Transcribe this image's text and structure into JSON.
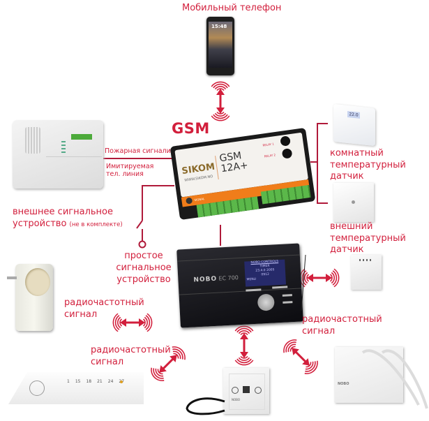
{
  "title": "GSM",
  "colors": {
    "accent": "#d21f3c",
    "wire": "#b01a3a",
    "module_orange": "#f07d1a",
    "terminal_green": "#5bb84a",
    "controller_black": "#141418",
    "display_blue": "#2a2a7a"
  },
  "nodes": {
    "phone": {
      "label": "Мобильный телефон",
      "screen_time": "15:48"
    },
    "gsm_module": {
      "brand": "SIKOM",
      "model_line1": "GSM",
      "model_line2": "12A+",
      "website": "WWW.SIKOM.NO",
      "relay1": "RELAY 1",
      "relay2": "RELAY 2",
      "signal": "SIGNAL"
    },
    "external_alarm": {
      "label_line1": "внешнее сигнальное",
      "label_line2": "устройство",
      "label_note": "(не в комплекте)"
    },
    "fire_alarm_label": "Пожарная сигнализация",
    "emulated_line_label_1": "Имитируемая",
    "emulated_line_label_2": "тел. линия",
    "room_sensor": {
      "label_line1": "комнатный",
      "label_line2": "температурный датчик",
      "display": "22.0"
    },
    "outdoor_sensor": {
      "label_line1": "внешний",
      "label_line2": "температурный датчик"
    },
    "simple_alarm": {
      "label_line1": "простое",
      "label_line2": "сигнальное",
      "label_line3": "устройство"
    },
    "controller": {
      "brand": "NOBO",
      "model": "EC 700",
      "screen_title": "NOBO CONTROLS",
      "screen_line1": "TIMER",
      "screen_line2": "23.4.0 2005",
      "screen_line3": "0912",
      "screen_menu": "MENU"
    },
    "radio_labels": {
      "left_upper_1": "радиочастотный",
      "left_upper_2": "сигнал",
      "left_lower_1": "радиочастотный",
      "left_lower_2": "сигнал",
      "right_1": "радиочастотный",
      "right_2": "сигнал"
    },
    "thermostat": {
      "brand": "NOBO"
    },
    "receiver": {
      "brand": "NOBO"
    },
    "heater": {
      "scale": [
        "1",
        "15",
        "18",
        "21",
        "24",
        "27"
      ]
    }
  }
}
